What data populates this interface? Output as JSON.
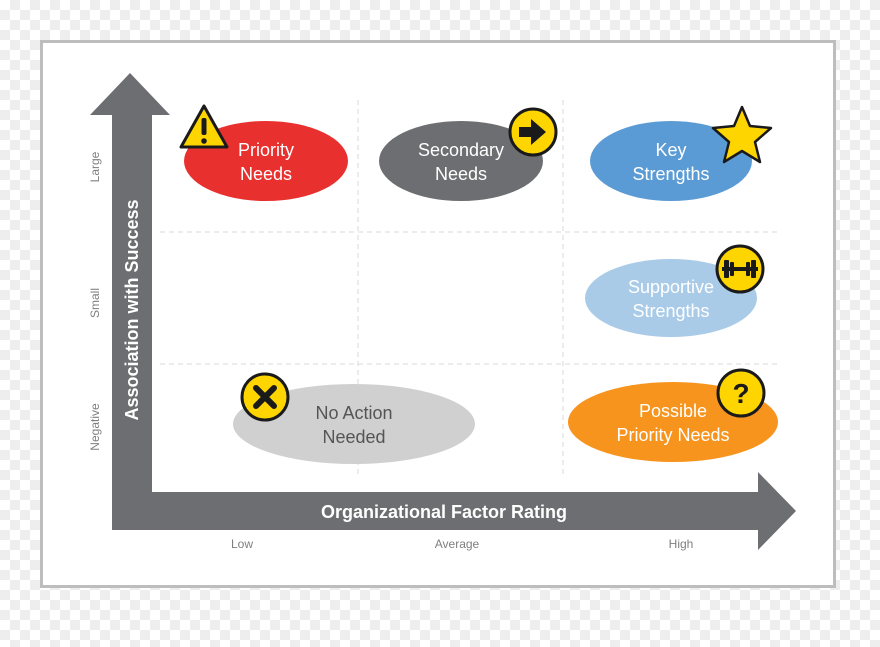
{
  "x_axis": {
    "title": "Organizational Factor Rating",
    "ticks": [
      "Low",
      "Average",
      "High"
    ]
  },
  "y_axis": {
    "title": "Association with Success",
    "ticks": [
      "Large",
      "Small",
      "Negative"
    ]
  },
  "quadrants": [
    {
      "line1": "Priority",
      "line2": "Needs",
      "color": "#e8312f",
      "text_color": "#ffffff",
      "icon": "warning-icon"
    },
    {
      "line1": "Secondary",
      "line2": "Needs",
      "color": "#6d6e71",
      "text_color": "#ffffff",
      "icon": "arrow-right-icon"
    },
    {
      "line1": "Key",
      "line2": "Strengths",
      "color": "#5b9bd5",
      "text_color": "#ffffff",
      "icon": "star-icon"
    },
    {
      "line1": "Supportive",
      "line2": "Strengths",
      "color": "#a9cbe8",
      "text_color": "#ffffff",
      "icon": "dumbbell-icon"
    },
    {
      "line1": "No Action",
      "line2": "Needed",
      "color": "#d0d0d0",
      "text_color": "#555555",
      "icon": "x-icon"
    },
    {
      "line1": "Possible",
      "line2": "Priority Needs",
      "color": "#f7941d",
      "text_color": "#ffffff",
      "icon": "question-icon"
    }
  ],
  "colors": {
    "axis": "#6d6e71",
    "icon_fill": "#ffd500",
    "grid": "#d9d9d9"
  }
}
